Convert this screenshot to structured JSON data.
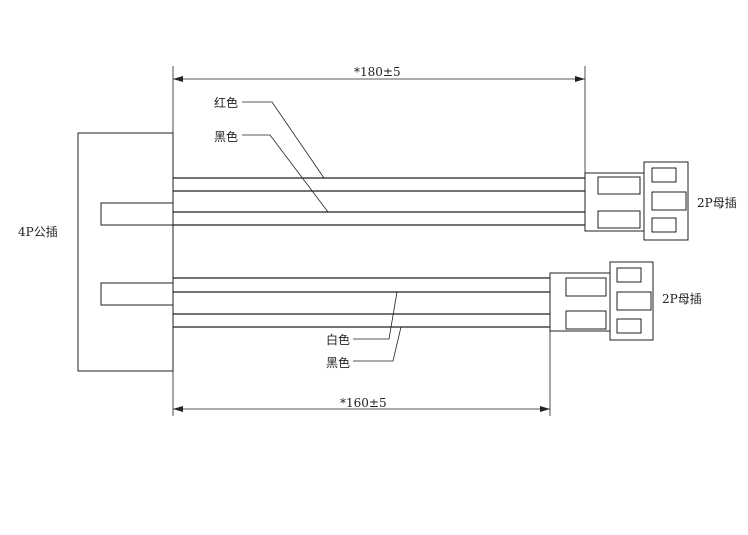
{
  "labels": {
    "male_plug": "4P公插",
    "female_plug_top": "2P母插",
    "female_plug_bottom": "2P母插",
    "red_wire": "红色",
    "black_wire_top": "黑色",
    "white_wire": "白色",
    "black_wire_bottom": "黑色"
  },
  "dimensions": {
    "top_length": "*180±5",
    "bottom_length": "*160±5"
  }
}
